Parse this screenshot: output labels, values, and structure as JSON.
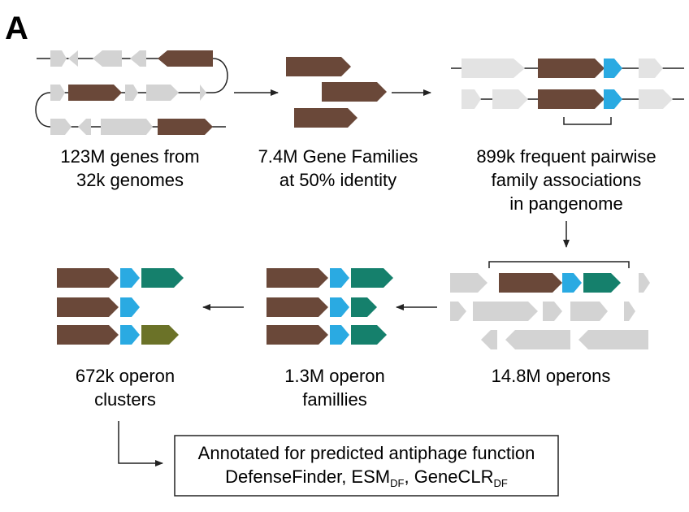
{
  "panel_label": "A",
  "colors": {
    "gene_gray": "#d3d3d3",
    "gene_lightgray": "#e3e3e3",
    "gene_brown": "#6a4839",
    "gene_blue": "#2aaae2",
    "gene_teal": "#15806c",
    "gene_olive": "#6b7228",
    "line": "#222222"
  },
  "steps": {
    "genes": {
      "line1": "123M genes from",
      "line2": "32k genomes"
    },
    "families": {
      "line1": "7.4M Gene Families",
      "line2": "at 50% identity"
    },
    "associations": {
      "line1": "899k frequent pairwise",
      "line2": "family associations",
      "line3": "in pangenome"
    },
    "operons": {
      "line1": "14.8M operons"
    },
    "operon_families": {
      "line1": "1.3M operon",
      "line2": "famillies"
    },
    "operon_clusters": {
      "line1": "672k operon",
      "line2": "clusters"
    }
  },
  "annotation_box": {
    "line1": "Annotated for predicted antiphage function",
    "tool1": "DefenseFinder, ESM",
    "tool1_sub": "DF",
    "separator": ", ",
    "tool2": "GeneCLR",
    "tool2_sub": "DF"
  }
}
